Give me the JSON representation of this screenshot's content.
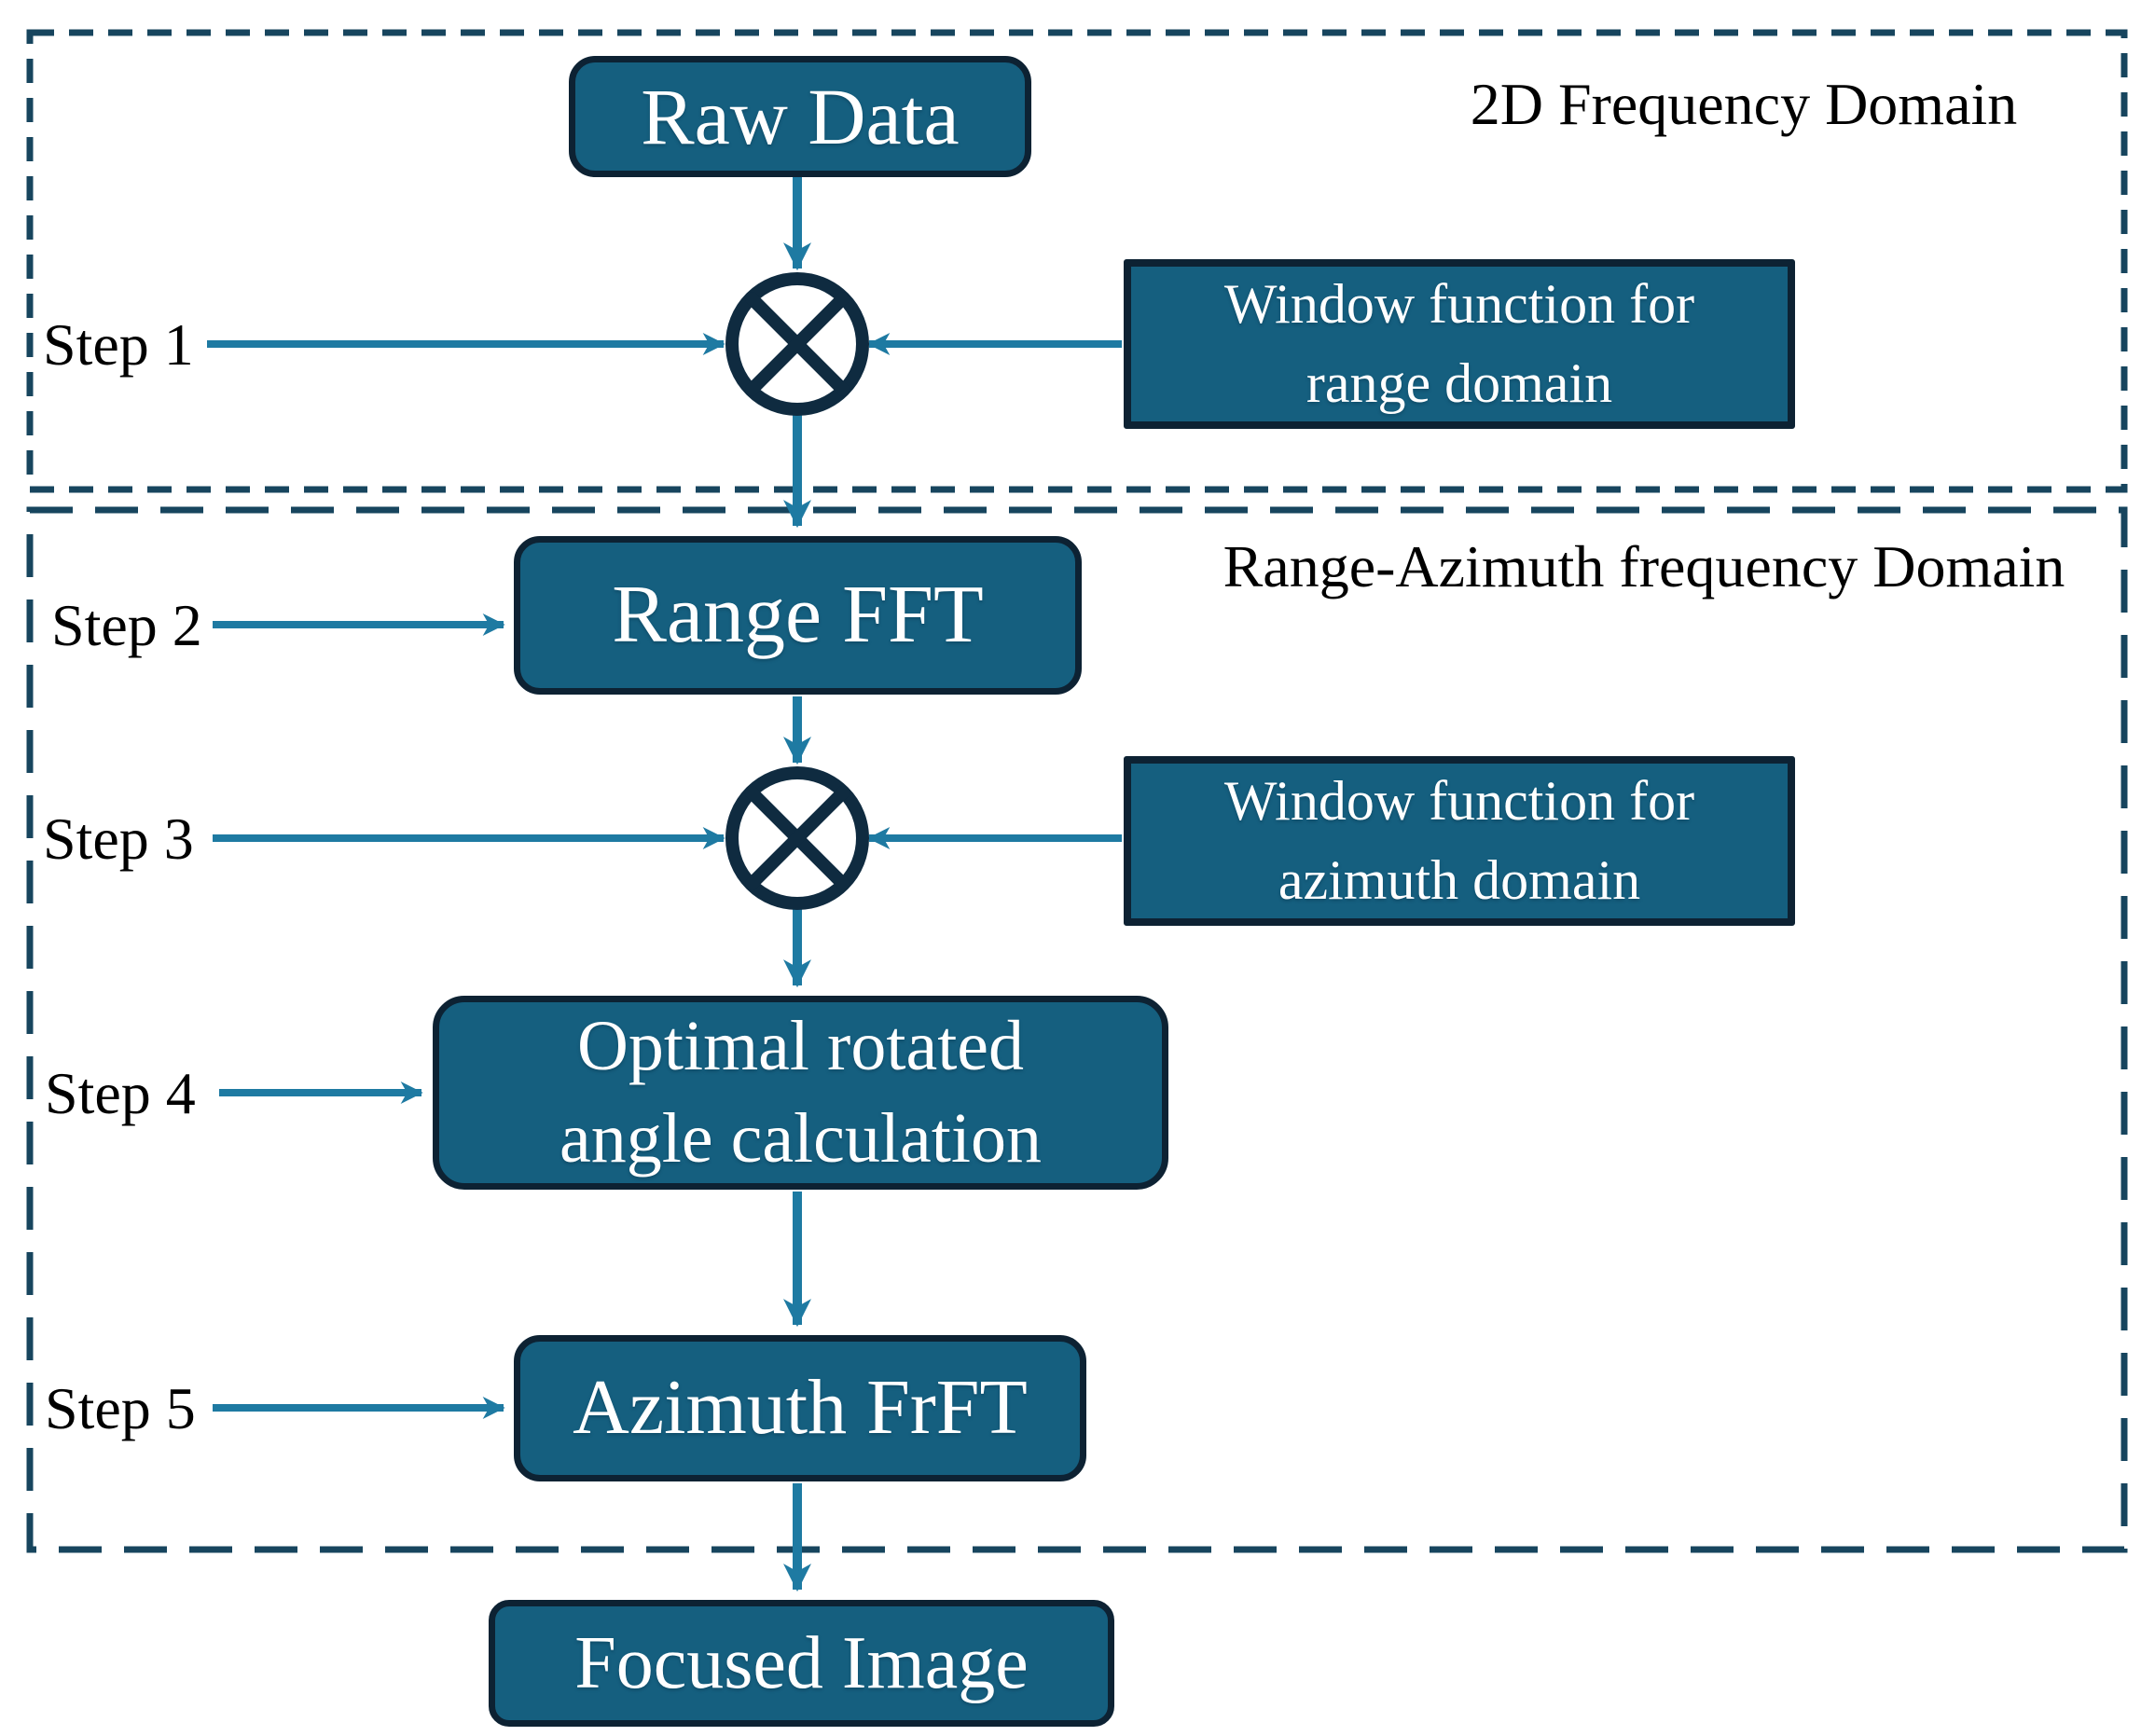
{
  "colors": {
    "node_fill": "#155F7F",
    "node_border": "#0D2233",
    "arrow": "#1E7AA2",
    "dash_border": "#17455E",
    "node_text": "#FFFFFF",
    "label_text": "#000000",
    "multiplier_stroke": "#0F2B40",
    "background": "#FFFFFF"
  },
  "domains": [
    {
      "label": "2D Frequency Domain"
    },
    {
      "label": "Range-Azimuth frequency Domain"
    }
  ],
  "steps": [
    {
      "label": "Step 1"
    },
    {
      "label": "Step 2"
    },
    {
      "label": "Step 3"
    },
    {
      "label": "Step 4"
    },
    {
      "label": "Step 5"
    }
  ],
  "nodes": {
    "raw_data": {
      "label": "Raw Data"
    },
    "window_range": {
      "line1": "Window function for",
      "line2": "range domain"
    },
    "range_fft": {
      "label": "Range FFT"
    },
    "window_azimuth": {
      "line1": "Window function for",
      "line2": "azimuth domain"
    },
    "optimal_angle": {
      "line1": "Optimal rotated",
      "line2": "angle calculation"
    },
    "azimuth_frft": {
      "label": "Azimuth FrFT"
    },
    "focused_image": {
      "label": "Focused Image"
    }
  },
  "operators": [
    {
      "name": "multiplier",
      "symbol": "circled-times"
    },
    {
      "name": "multiplier",
      "symbol": "circled-times"
    }
  ]
}
